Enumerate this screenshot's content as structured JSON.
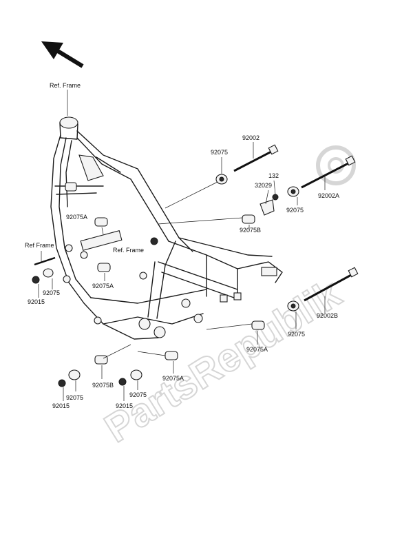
{
  "labels": {
    "ref_frame_top": "Ref. Frame",
    "ref_frame_left": "Ref Frame",
    "ref_frame_mid": "Ref. Frame",
    "p92002": "92002",
    "p92002A": "92002A",
    "p92002B": "92002B",
    "p92075_a": "92075",
    "p92075_b": "92075",
    "p92075_c": "92075",
    "p92075_d": "92075",
    "p92075_e": "92075",
    "p92075_f": "92075",
    "p92075A_a": "92075A",
    "p92075A_b": "92075A",
    "p92075A_c": "92075A",
    "p92075A_d": "92075A",
    "p92075B_a": "92075B",
    "p92075B_b": "92075B",
    "p92015_a": "92015",
    "p92015_b": "92015",
    "p92015_c": "92015",
    "p132": "132",
    "p32029": "32029"
  },
  "watermark": "PartsRepublik",
  "icons": {
    "direction": "arrow-up-left-icon",
    "watermark_gear": "gear-icon"
  }
}
